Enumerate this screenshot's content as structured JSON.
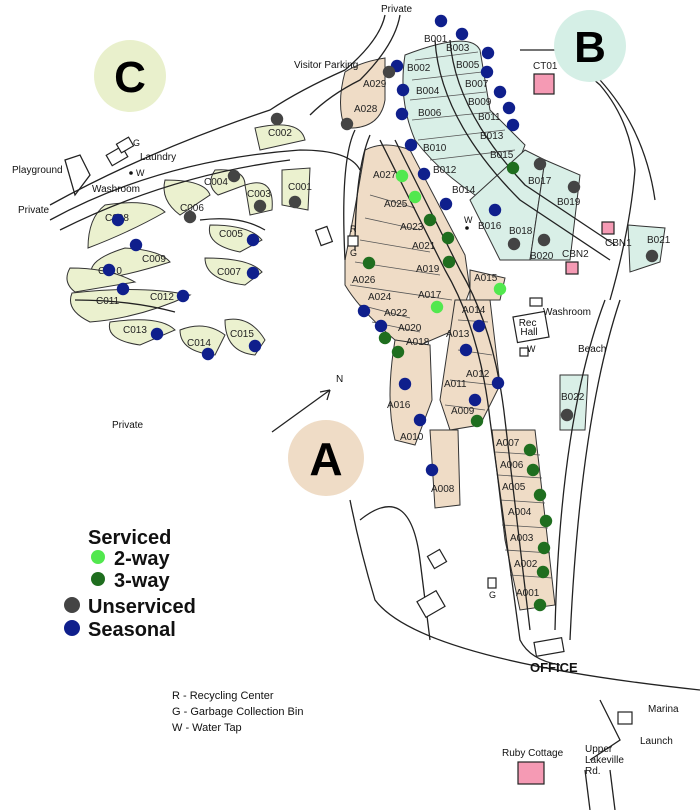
{
  "colors": {
    "two_way": "#52e84e",
    "three_way": "#1f6e1f",
    "unserviced": "#444444",
    "seasonal": "#0f1f8c",
    "loop_a_fill": "#efdcc6",
    "loop_b_fill": "#d9efe7",
    "loop_c_fill": "#ebf1cf",
    "cabin_fill": "#f59ab4"
  },
  "loop_badges": {
    "a": "A",
    "b": "B",
    "c": "C"
  },
  "places": {
    "private_top": "Private",
    "visitor_parking": "Visitor Parking",
    "playground": "Playground",
    "private_left": "Private",
    "private_bottom": "Private",
    "laundry": "Laundry",
    "washroom_c": "Washroom",
    "washroom_rec": "Washroom",
    "rec_hall": "Rec\nHall",
    "beach": "Beach",
    "office": "OFFICE",
    "marina": "Marina",
    "launch": "Launch",
    "ruby_cottage": "Ruby Cottage",
    "upper_lakeville": "Upper\nLakeville\nRd.",
    "north": "N"
  },
  "small_markers": {
    "g": "G",
    "w": "W",
    "r": "R"
  },
  "cabins": [
    "CT01",
    "CBN1",
    "CBN2"
  ],
  "sites": [
    {
      "id": "B001",
      "s": "seasonal"
    },
    {
      "id": "B002",
      "s": "seasonal"
    },
    {
      "id": "B003",
      "s": "seasonal"
    },
    {
      "id": "B004",
      "s": "seasonal"
    },
    {
      "id": "B005",
      "s": "seasonal"
    },
    {
      "id": "B006",
      "s": "seasonal"
    },
    {
      "id": "B007",
      "s": "seasonal"
    },
    {
      "id": "B009",
      "s": "seasonal"
    },
    {
      "id": "B010",
      "s": "seasonal"
    },
    {
      "id": "B011",
      "s": "seasonal"
    },
    {
      "id": "B012",
      "s": "seasonal"
    },
    {
      "id": "B013",
      "s": "seasonal"
    },
    {
      "id": "B014",
      "s": "seasonal"
    },
    {
      "id": "B015",
      "s": "three_way"
    },
    {
      "id": "B016",
      "s": "seasonal"
    },
    {
      "id": "B017",
      "s": "unserviced"
    },
    {
      "id": "B018",
      "s": "unserviced"
    },
    {
      "id": "B019",
      "s": "unserviced"
    },
    {
      "id": "B020",
      "s": "unserviced"
    },
    {
      "id": "B021",
      "s": "unserviced"
    },
    {
      "id": "B022",
      "s": "unserviced"
    },
    {
      "id": "A001",
      "s": "three_way"
    },
    {
      "id": "A002",
      "s": "three_way"
    },
    {
      "id": "A003",
      "s": "three_way"
    },
    {
      "id": "A004",
      "s": "three_way"
    },
    {
      "id": "A005",
      "s": "three_way"
    },
    {
      "id": "A006",
      "s": "three_way"
    },
    {
      "id": "A007",
      "s": "three_way"
    },
    {
      "id": "A008",
      "s": "seasonal"
    },
    {
      "id": "A009",
      "s": "three_way"
    },
    {
      "id": "A010",
      "s": "seasonal"
    },
    {
      "id": "A011",
      "s": "seasonal"
    },
    {
      "id": "A012",
      "s": "seasonal"
    },
    {
      "id": "A013",
      "s": "seasonal"
    },
    {
      "id": "A014",
      "s": "seasonal"
    },
    {
      "id": "A015",
      "s": "two_way"
    },
    {
      "id": "A016",
      "s": "seasonal"
    },
    {
      "id": "A017",
      "s": "two_way"
    },
    {
      "id": "A018",
      "s": "three_way"
    },
    {
      "id": "A019",
      "s": "three_way"
    },
    {
      "id": "A020",
      "s": "three_way"
    },
    {
      "id": "A021",
      "s": "three_way"
    },
    {
      "id": "A022",
      "s": "seasonal"
    },
    {
      "id": "A023",
      "s": "three_way"
    },
    {
      "id": "A024",
      "s": "seasonal"
    },
    {
      "id": "A025",
      "s": "two_way"
    },
    {
      "id": "A026",
      "s": "three_way"
    },
    {
      "id": "A027",
      "s": "two_way"
    },
    {
      "id": "A028",
      "s": "unserviced"
    },
    {
      "id": "A029",
      "s": "unserviced"
    },
    {
      "id": "C001",
      "s": "unserviced"
    },
    {
      "id": "C002",
      "s": "unserviced"
    },
    {
      "id": "C003",
      "s": "unserviced"
    },
    {
      "id": "C004",
      "s": "unserviced"
    },
    {
      "id": "C005",
      "s": "seasonal"
    },
    {
      "id": "C006",
      "s": "unserviced"
    },
    {
      "id": "C007",
      "s": "seasonal"
    },
    {
      "id": "C008",
      "s": "seasonal"
    },
    {
      "id": "C009",
      "s": "seasonal"
    },
    {
      "id": "C010",
      "s": "seasonal"
    },
    {
      "id": "C011",
      "s": "seasonal"
    },
    {
      "id": "C012",
      "s": "seasonal"
    },
    {
      "id": "C013",
      "s": "seasonal"
    },
    {
      "id": "C014",
      "s": "seasonal"
    },
    {
      "id": "C015",
      "s": "seasonal"
    }
  ],
  "legend": {
    "serviced": "Serviced",
    "two_way": "2-way",
    "three_way": "3-way",
    "unserviced": "Unserviced",
    "seasonal": "Seasonal"
  },
  "key": [
    "R - Recycling Center",
    "G - Garbage Collection Bin",
    "W - Water Tap"
  ]
}
